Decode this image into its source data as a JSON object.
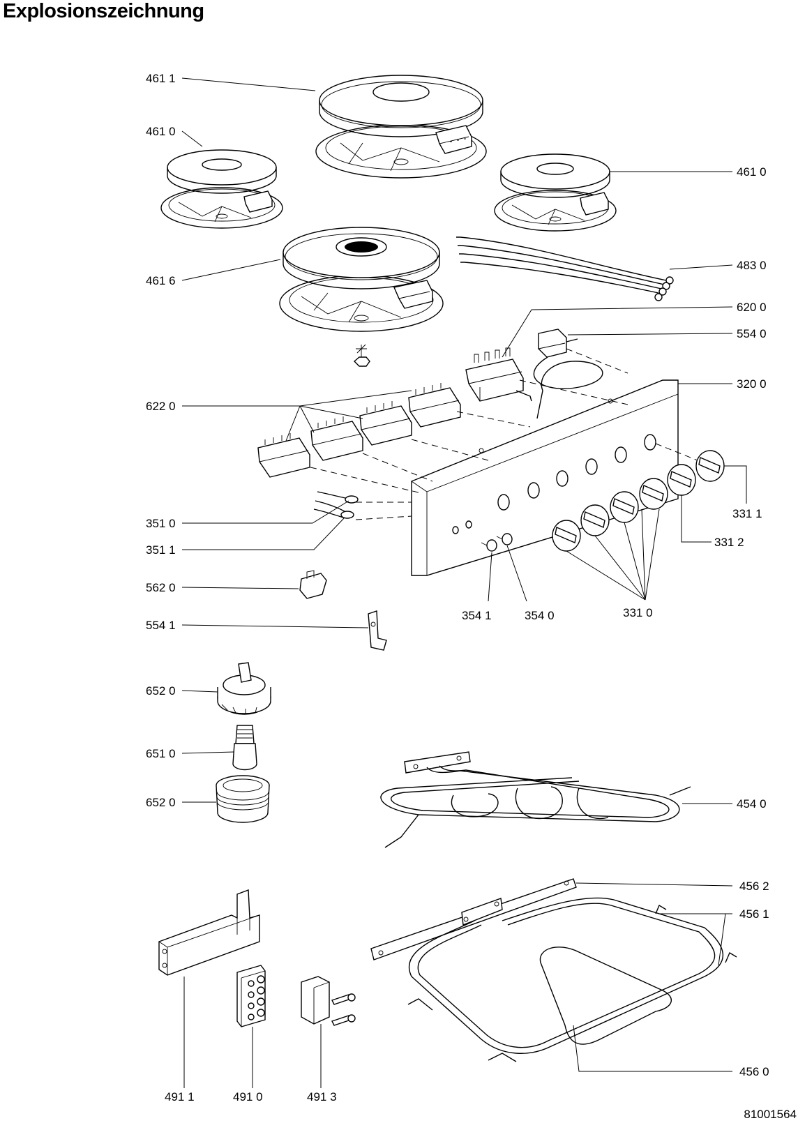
{
  "title": "Explosionszeichnung",
  "document_number": "81001564",
  "callouts": [
    {
      "id": "c4611a",
      "label": "461 1"
    },
    {
      "id": "c4610a",
      "label": "461 0"
    },
    {
      "id": "c4610b",
      "label": "461 0"
    },
    {
      "id": "c4616",
      "label": "461 6"
    },
    {
      "id": "c4830",
      "label": "483 0"
    },
    {
      "id": "c6200",
      "label": "620 0"
    },
    {
      "id": "c5540",
      "label": "554 0"
    },
    {
      "id": "c3200",
      "label": "320 0"
    },
    {
      "id": "c6220",
      "label": "622 0"
    },
    {
      "id": "c3311",
      "label": "331 1"
    },
    {
      "id": "c3510",
      "label": "351 0"
    },
    {
      "id": "c3312",
      "label": "331 2"
    },
    {
      "id": "c3511",
      "label": "351 1"
    },
    {
      "id": "c5620",
      "label": "562 0"
    },
    {
      "id": "c3541",
      "label": "354 1"
    },
    {
      "id": "c3540",
      "label": "354 0"
    },
    {
      "id": "c3310",
      "label": "331 0"
    },
    {
      "id": "c5541",
      "label": "554 1"
    },
    {
      "id": "c6520a",
      "label": "652 0"
    },
    {
      "id": "c6510",
      "label": "651 0"
    },
    {
      "id": "c6520b",
      "label": "652 0"
    },
    {
      "id": "c4540",
      "label": "454 0"
    },
    {
      "id": "c4562",
      "label": "456 2"
    },
    {
      "id": "c4561",
      "label": "456 1"
    },
    {
      "id": "c4560",
      "label": "456 0"
    },
    {
      "id": "c4911",
      "label": "491 1"
    },
    {
      "id": "c4910",
      "label": "491 0"
    },
    {
      "id": "c4913",
      "label": "491 3"
    }
  ]
}
